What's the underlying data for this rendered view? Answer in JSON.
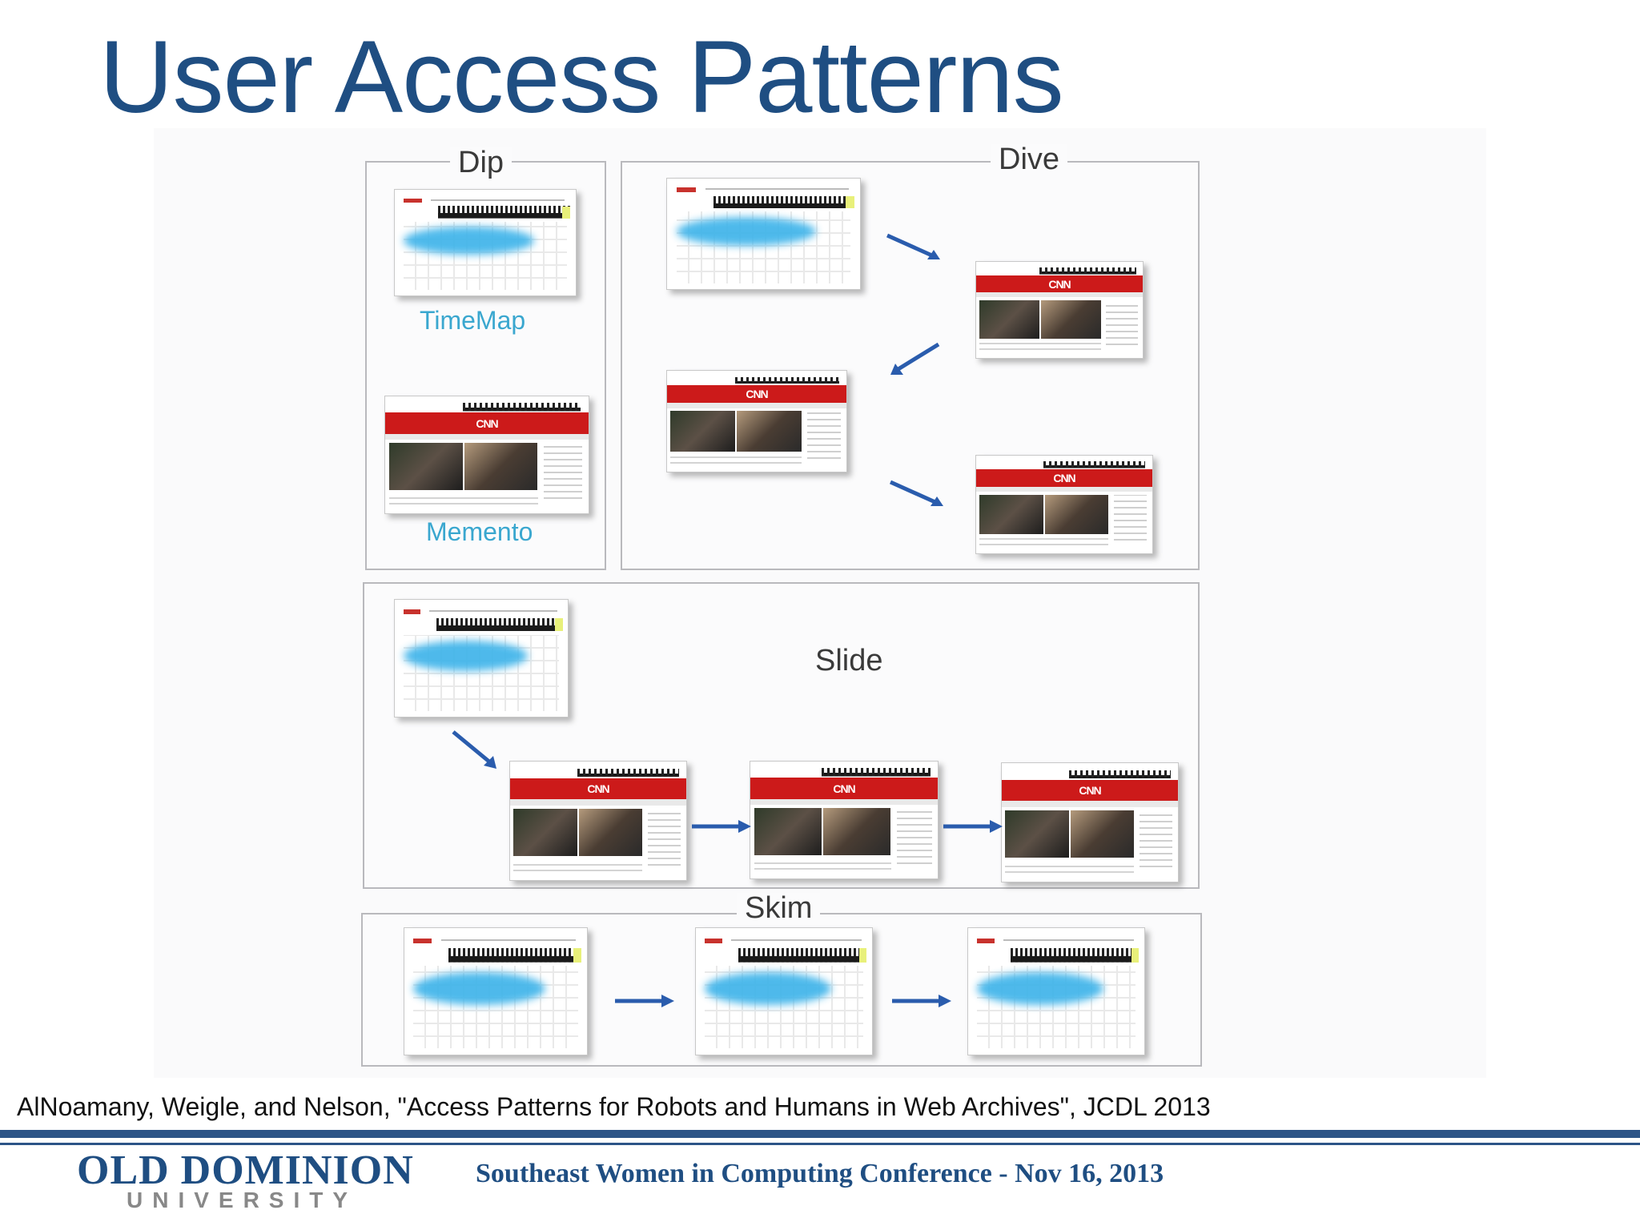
{
  "slide": {
    "title": "User Access Patterns"
  },
  "figure": {
    "panels": {
      "dip": {
        "label": "Dip",
        "captions": {
          "timemap": "TimeMap",
          "memento": "Memento"
        }
      },
      "dive": {
        "label": "Dive"
      },
      "slide": {
        "label": "Slide"
      },
      "skim": {
        "label": "Skim"
      }
    },
    "thumbnail_logo_text": "CNN",
    "colors": {
      "arrow": "#2a5cad",
      "timemap_blob": "#3fb4ea",
      "cnn_red": "#cc1a1a",
      "caption": "#3aa7cf"
    }
  },
  "citation": "AlNoamany, Weigle, and Nelson, \"Access Patterns for Robots and Humans in Web Archives\", JCDL 2013",
  "footer": {
    "logo_line1": "OLD DOMINION",
    "logo_line2": "UNIVERSITY",
    "conference": "Southeast Women in Computing Conference - Nov 16, 2013",
    "brand_color": "#1f4e82"
  }
}
